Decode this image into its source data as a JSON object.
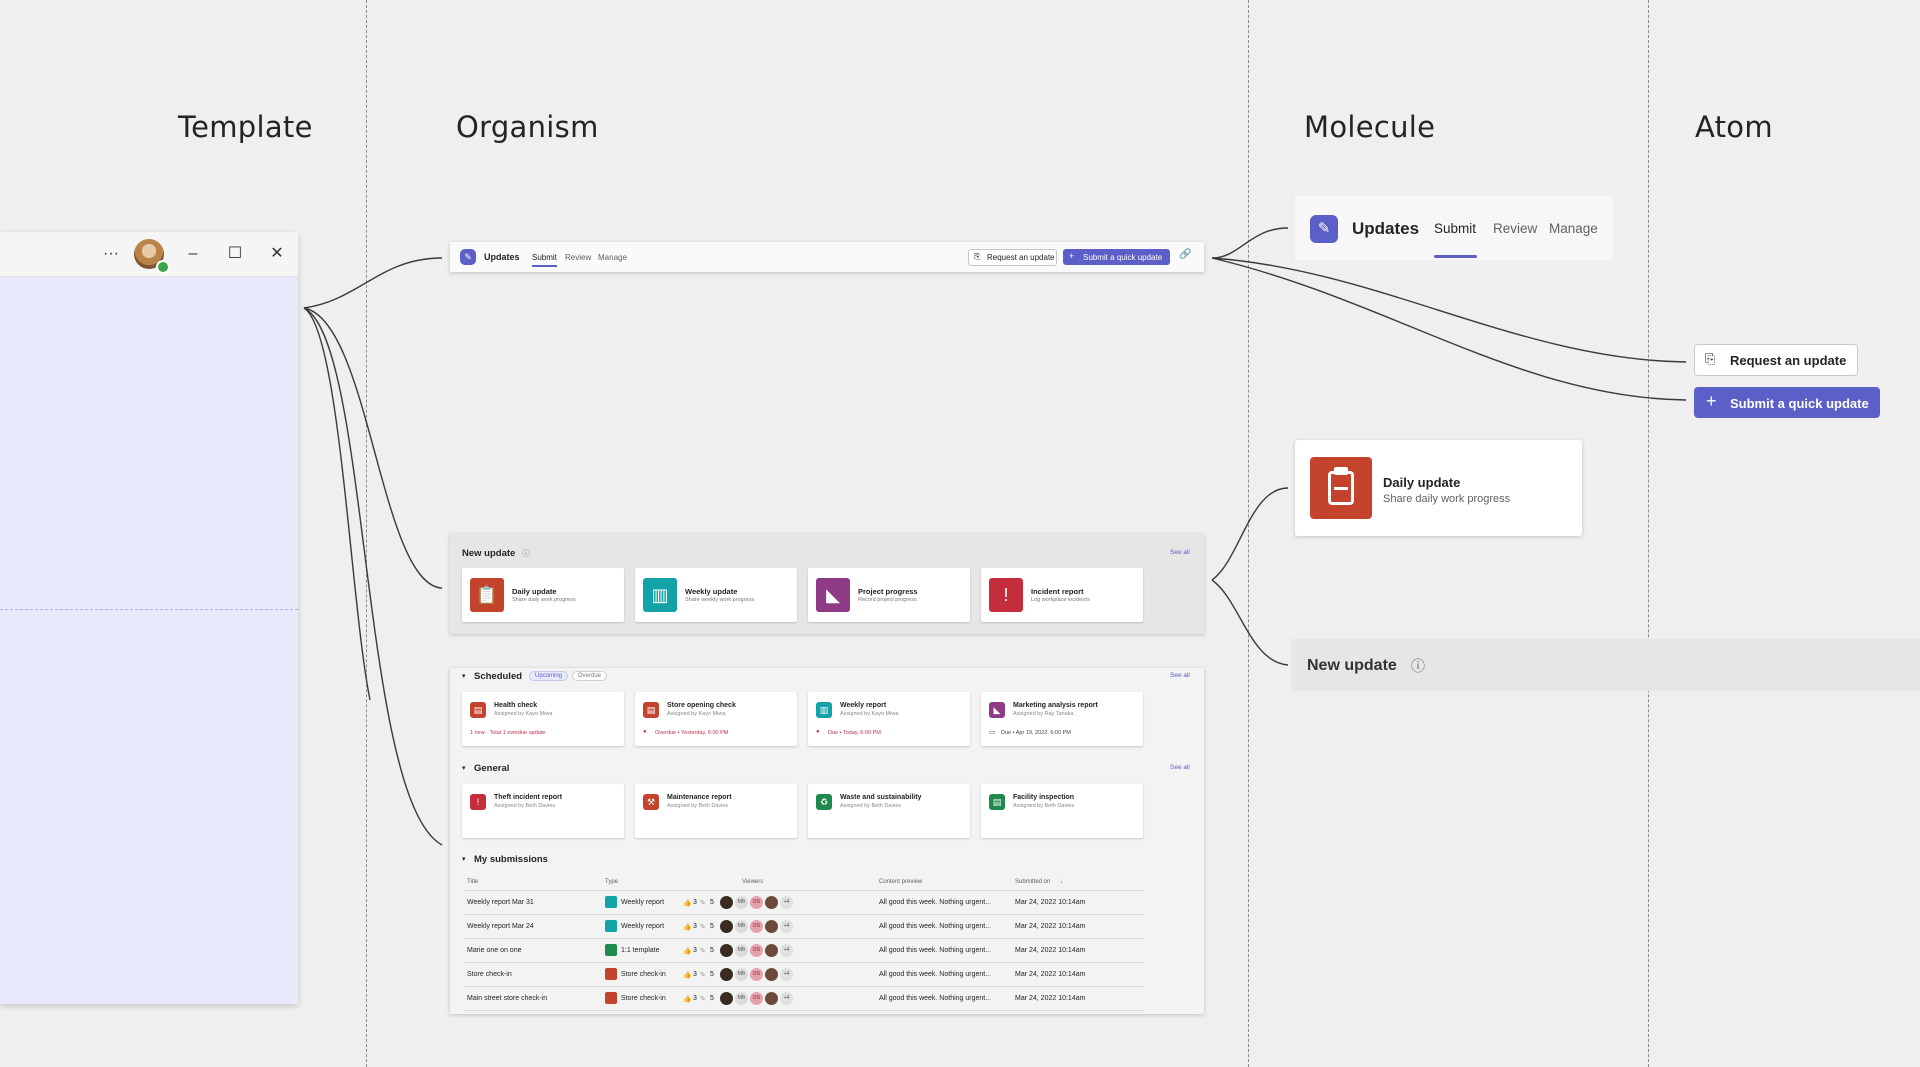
{
  "columns": {
    "template": "Template",
    "organism": "Organism",
    "molecule": "Molecule",
    "atom": "Atom"
  },
  "template_window": {
    "more_label": "···"
  },
  "header": {
    "app_name": "Updates",
    "tabs": [
      "Submit",
      "Review",
      "Manage"
    ],
    "request_button": "Request an update",
    "submit_button": "Submit a quick update"
  },
  "new_update": {
    "title": "New update",
    "see_all": "See all",
    "cards": [
      {
        "title": "Daily update",
        "subtitle": "Share daily work progress",
        "color": "#c4432d"
      },
      {
        "title": "Weekly update",
        "subtitle": "Share weekly work progress",
        "color": "#13a3a7"
      },
      {
        "title": "Project progress",
        "subtitle": "Record project progress",
        "color": "#8f3a85"
      },
      {
        "title": "Incident report",
        "subtitle": "Log workplace incidents",
        "color": "#c42d3b"
      }
    ]
  },
  "scheduled": {
    "title": "Scheduled",
    "tabs": [
      "Upcoming",
      "Overdue"
    ],
    "see_all": "See all",
    "cards": [
      {
        "title": "Health check",
        "subtitle": "Assigned by Kayo Miwa",
        "footer": "1 new · Total 1 overdue update",
        "color": "#c4432d"
      },
      {
        "title": "Store opening check",
        "subtitle": "Assigned by Kayo Miwa",
        "footer": "Overdue • Yesterday, 6:00 PM",
        "color": "#c4432d"
      },
      {
        "title": "Weekly report",
        "subtitle": "Assigned by Kayo Miwa",
        "footer": "Due • Today, 6:00 PM",
        "color": "#13a3a7"
      },
      {
        "title": "Marketing analysis report",
        "subtitle": "Assigned by Ray Tanaka",
        "footer": "Due • Apr 19, 2022, 6:00 PM",
        "color": "#8f3a85"
      }
    ]
  },
  "general": {
    "title": "General",
    "see_all": "See all",
    "cards": [
      {
        "title": "Theft incident report",
        "subtitle": "Assigned by Beth Davies",
        "color": "#c42d3b"
      },
      {
        "title": "Maintenance report",
        "subtitle": "Assigned by Beth Davies",
        "color": "#c4432d"
      },
      {
        "title": "Waste and sustainability",
        "subtitle": "Assigned by Beth Davies",
        "color": "#1f8a4c"
      },
      {
        "title": "Facility inspection",
        "subtitle": "Assigned by Beth Davies",
        "color": "#1f8a4c"
      }
    ]
  },
  "submissions": {
    "title": "My submissions",
    "columns": [
      "Title",
      "Type",
      "Viewers",
      "Content preview",
      "Submitted on"
    ],
    "rows": [
      {
        "title": "Weekly report Mar 31",
        "type": "Weekly report",
        "likes": "3",
        "comments": "5",
        "more": "+4",
        "preview": "All good this week. Nothing urgent...",
        "date": "Mar 24, 2022 10:14am",
        "color": "#13a3a7"
      },
      {
        "title": "Weekly report Mar 24",
        "type": "Weekly report",
        "likes": "3",
        "comments": "5",
        "more": "+4",
        "preview": "All good this week. Nothing urgent...",
        "date": "Mar 24, 2022 10:14am",
        "color": "#13a3a7"
      },
      {
        "title": "Marie one on one",
        "type": "1:1 template",
        "likes": "3",
        "comments": "5",
        "more": "+4",
        "preview": "All good this week. Nothing urgent...",
        "date": "Mar 24, 2022 10:14am",
        "color": "#1f8a4c"
      },
      {
        "title": "Store check-in",
        "type": "Store check-in",
        "likes": "3",
        "comments": "5",
        "more": "+4",
        "preview": "All good this week. Nothing urgent...",
        "date": "Mar 24, 2022 10:14am",
        "color": "#c4432d"
      },
      {
        "title": "Main street store check-in",
        "type": "Store check-in",
        "likes": "3",
        "comments": "5",
        "more": "+4",
        "preview": "All good this week. Nothing urgent...",
        "date": "Mar 24, 2022 10:14am",
        "color": "#c4432d"
      }
    ],
    "viewer_initials": [
      "MB",
      "DS"
    ]
  },
  "molecule_card": {
    "title": "Daily update",
    "subtitle": "Share daily work progress"
  },
  "atoms": {
    "request_button": "Request an update",
    "submit_button": "Submit a quick update"
  },
  "colors": {
    "accent": "#5b5fc7",
    "template_body": "#e8e9fb"
  }
}
